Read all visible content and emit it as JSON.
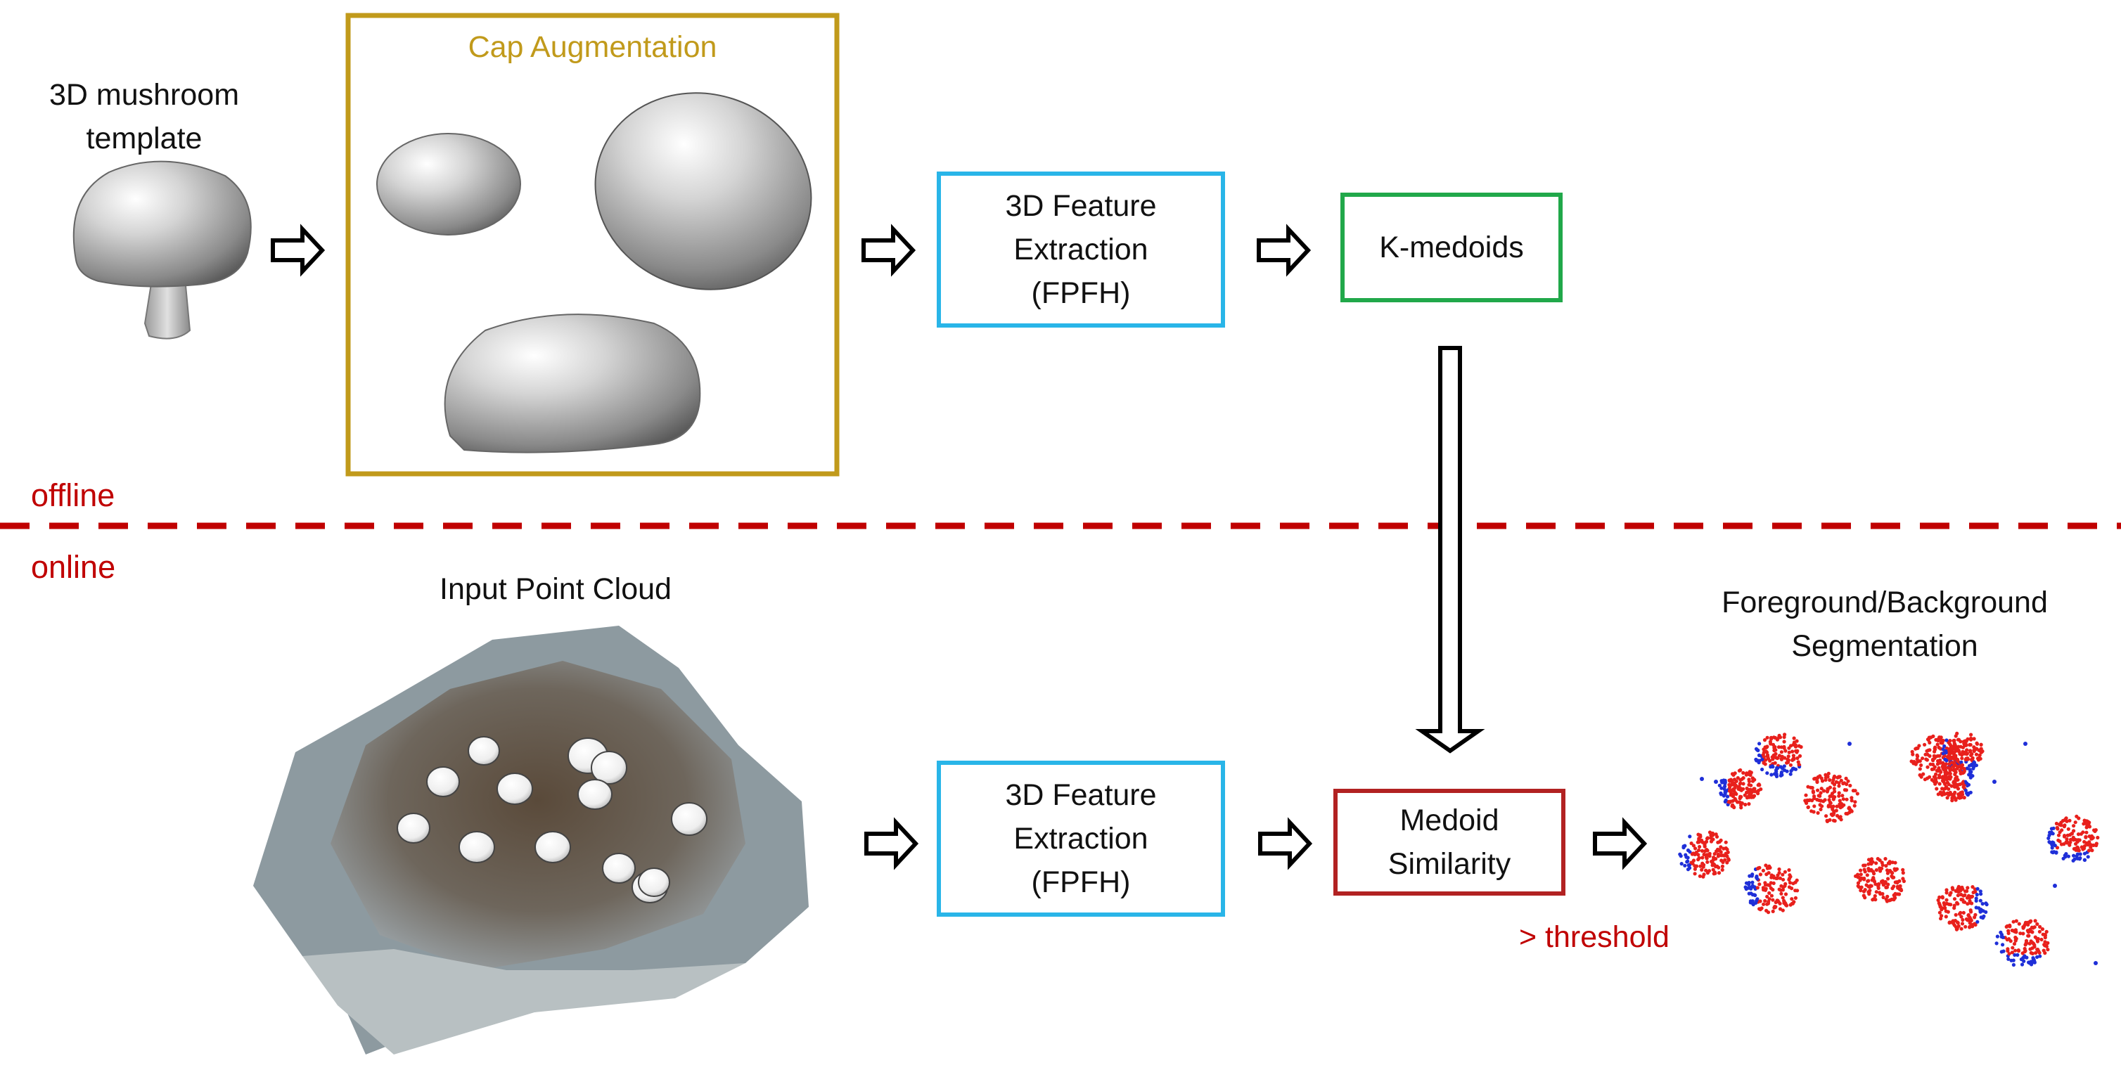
{
  "template_label": "3D mushroom\ntemplate",
  "cap_augmentation": {
    "title": "Cap Augmentation"
  },
  "feature_extraction_offline": "3D Feature\nExtraction\n(FPFH)",
  "kmedoids": "K-medoids",
  "divider": {
    "offline": "offline",
    "online": "online"
  },
  "input_cloud_label": "Input Point Cloud",
  "feature_extraction_online": "3D Feature\nExtraction\n(FPFH)",
  "medoid_similarity": "Medoid\nSimilarity",
  "threshold": "> threshold",
  "segmentation_label": "Foreground/Background\nSegmentation",
  "colors": {
    "cap_box": "#C19A1B",
    "fpfh_box": "#29B5E8",
    "kmedoids_box": "#21A84A",
    "medoid_box": "#B22222",
    "divider": "#C00000",
    "offline_text": "#C00000",
    "threshold_text": "#C00000",
    "foreground_points": "#E8201C",
    "background_points": "#1F2FD8"
  }
}
